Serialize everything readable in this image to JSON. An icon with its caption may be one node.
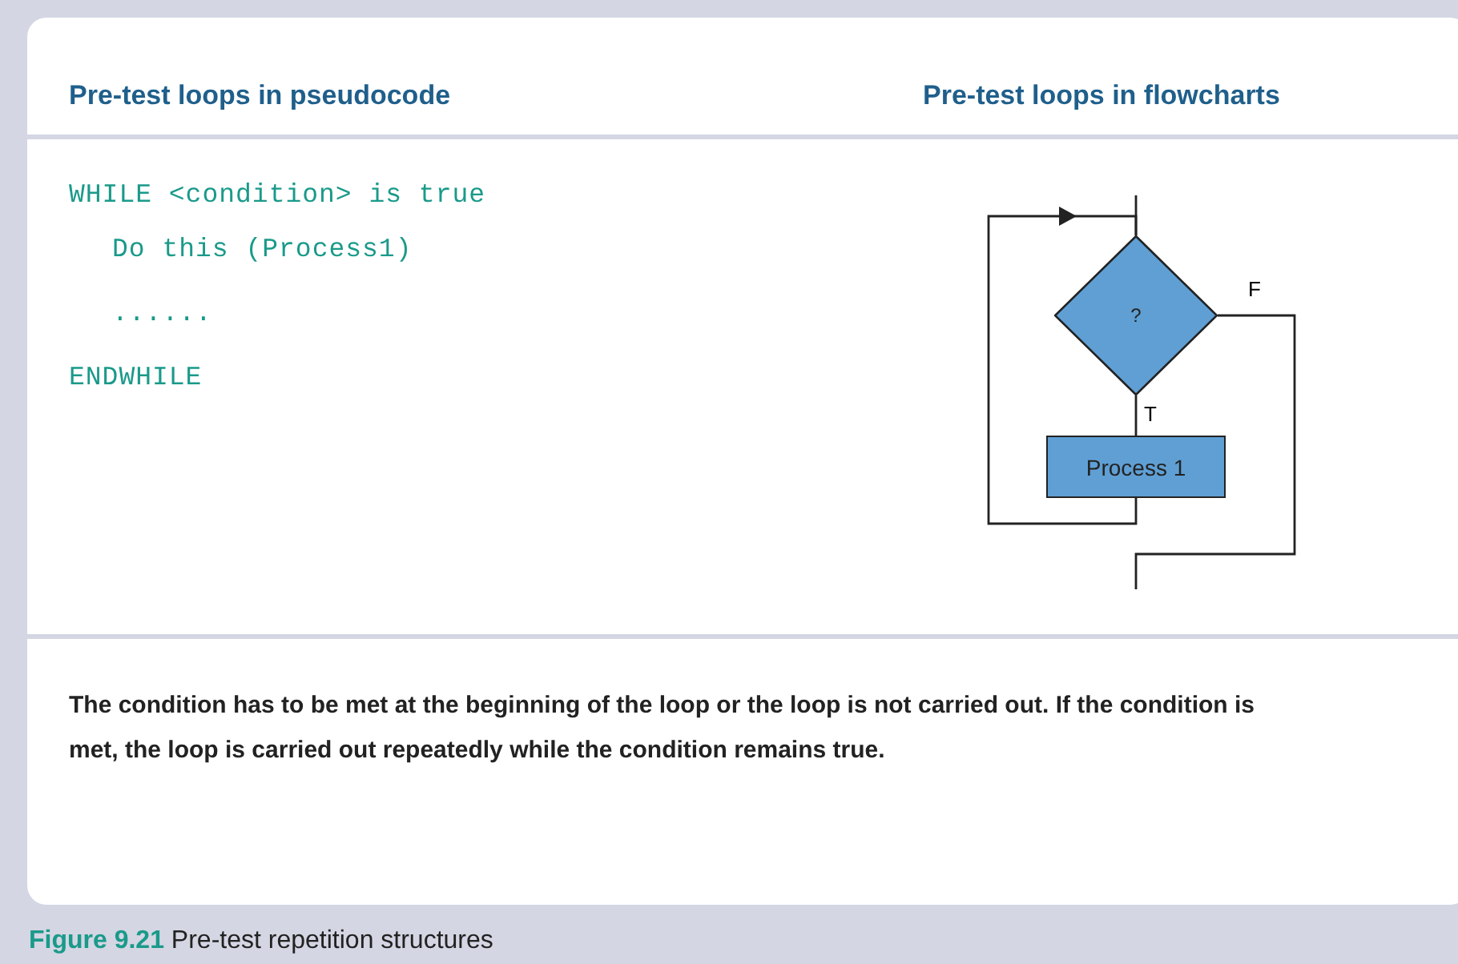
{
  "diagram": {
    "caption": "**Figure 9.21** Pre-test repetition structures",
    "nodes": [
      {
        "text": [
          "?"
        ]
      },
      {
        "text": [
          "Process 1"
        ]
      }
    ],
    "edges": [
      {
        "from": null,
        "to": 0,
        "arrow": "none"
      },
      {
        "from": 0,
        "to": 1,
        "arrow": "none",
        "label": "T"
      },
      {
        "from": 1,
        "to": 0,
        "arrow": "to"
      },
      {
        "from": 0,
        "to": null,
        "arrow": "none",
        "label": "F"
      }
    ],
    "labels": [
      "Pre-test loops in pseudocode",
      "Pre-test loops in flowcharts",
      "WHILE <condition> is true",
      "Do this (Process1)",
      "......",
      "ENDWHILE",
      "The condition has to be met at the beginning of the loop or the loop is not carried out. If the condition is met, the loop is carried out repeatedly while the condition remains true."
    ]
  }
}
